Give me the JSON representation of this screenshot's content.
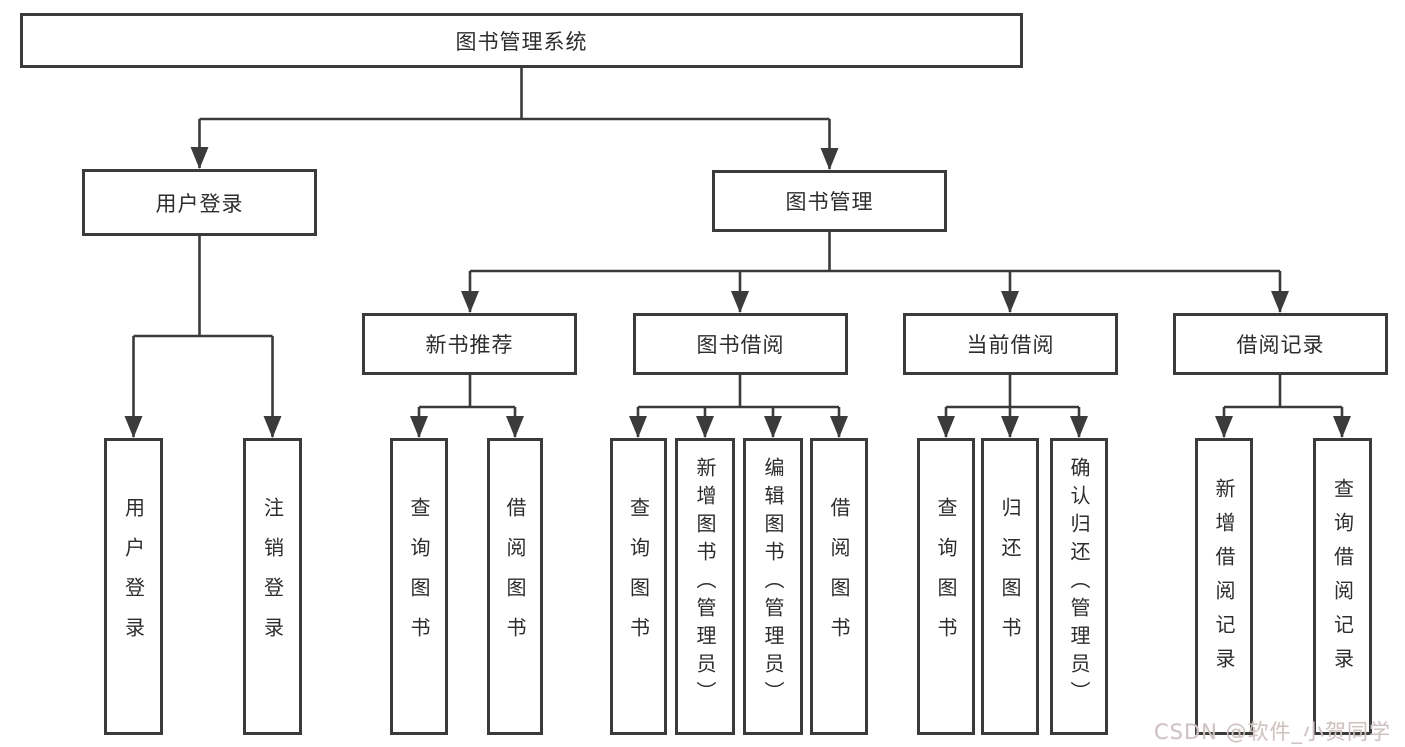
{
  "diagram": {
    "type": "hierarchy-tree",
    "tree": {
      "label": "图书管理系统",
      "children": [
        {
          "label": "用户登录",
          "children": [
            {
              "label": "用户登录"
            },
            {
              "label": "注销登录"
            }
          ]
        },
        {
          "label": "图书管理",
          "children": [
            {
              "label": "新书推荐",
              "children": [
                {
                  "label": "查询图书"
                },
                {
                  "label": "借阅图书"
                }
              ]
            },
            {
              "label": "图书借阅",
              "children": [
                {
                  "label": "查询图书"
                },
                {
                  "label": "新增图书（管理员）"
                },
                {
                  "label": "编辑图书（管理员）"
                },
                {
                  "label": "借阅图书"
                }
              ]
            },
            {
              "label": "当前借阅",
              "children": [
                {
                  "label": "查询图书"
                },
                {
                  "label": "归还图书"
                },
                {
                  "label": "确认归还（管理员）"
                }
              ]
            },
            {
              "label": "借阅记录",
              "children": [
                {
                  "label": "新增借阅记录"
                },
                {
                  "label": "查询借阅记录"
                }
              ]
            }
          ]
        }
      ]
    },
    "colors": {
      "line": "#3b3b3b",
      "box_border": "#3b3b3b",
      "text": "#2d2d2d",
      "background": "#ffffff",
      "watermark": "#ccc4c4"
    }
  },
  "watermark": {
    "text": "CSDN @软件_小贺同学"
  }
}
